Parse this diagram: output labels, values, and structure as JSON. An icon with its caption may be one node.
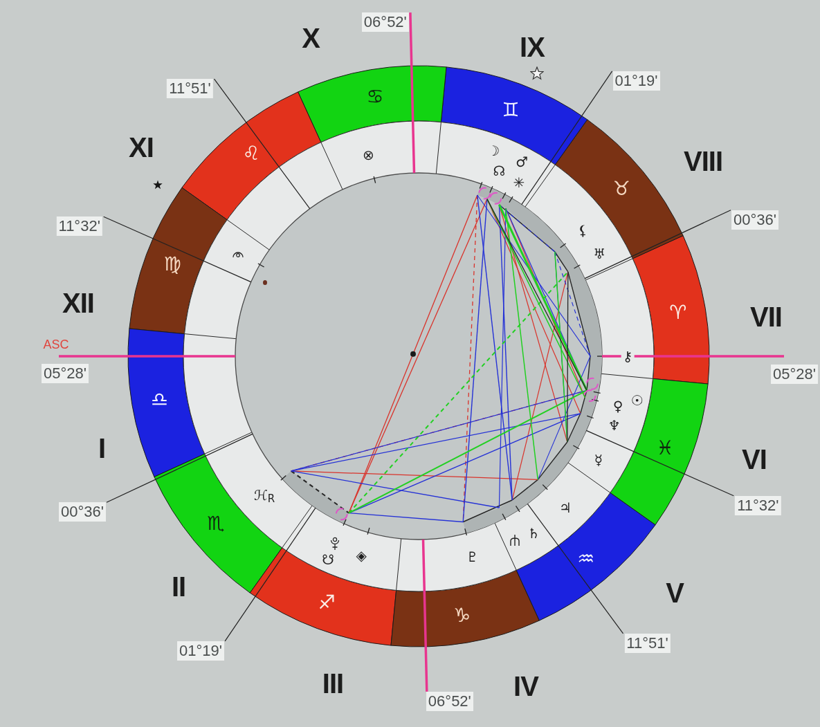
{
  "diagram": {
    "labels": [
      "06°52'",
      "X",
      "IX",
      "11°51'",
      "01°19'",
      "♋",
      "♊",
      "XI",
      "♌",
      "⊗",
      "☽",
      "♂",
      "VIII",
      "☊",
      "✳",
      "♉",
      "11°32'",
      "⚸",
      "00°36'",
      "♅",
      "♍",
      "XII",
      "♈",
      "VII",
      "ASC",
      "⚷",
      "05°28'",
      "05°28'",
      "♎",
      "♀",
      "☉",
      "♆",
      "I",
      "☿",
      "♓",
      "VI",
      "00°36'",
      "ℋ$_{R}$",
      "♃",
      "11°32'",
      "♏",
      "♄",
      "☋",
      "◈",
      "♇",
      "♒",
      "II",
      "♐",
      "♑",
      "V",
      "01°19'",
      "11°51'",
      "III",
      "IV",
      "06°52'"
    ]
  }
}
